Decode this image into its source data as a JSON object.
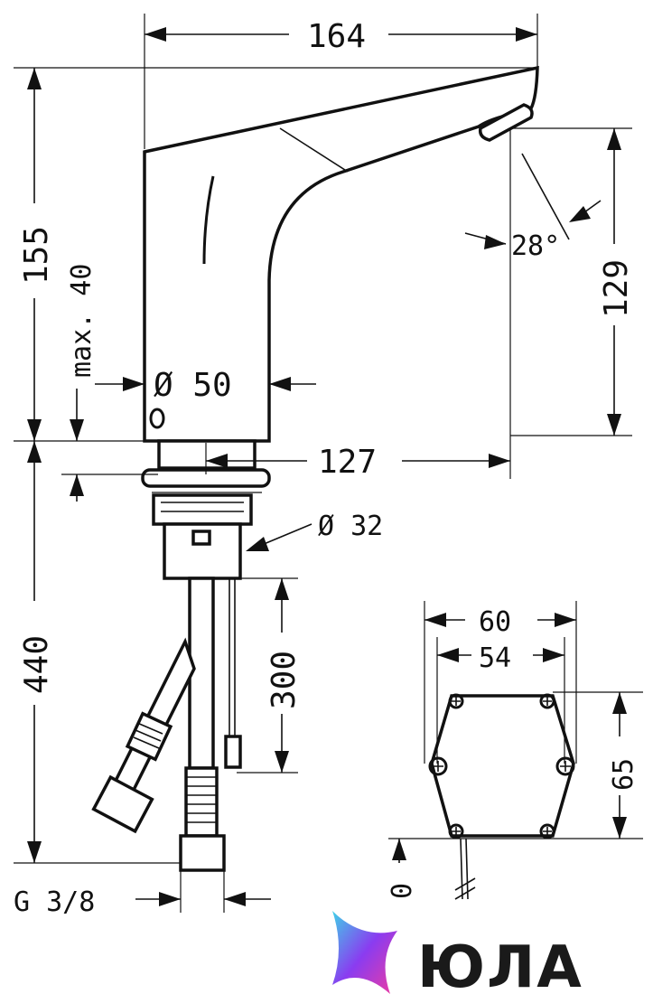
{
  "dimensions": {
    "width_top": "164",
    "height_total": "155",
    "max_thickness": "max. 40",
    "diameter_body": "Ø 50",
    "spout_height": "129",
    "angle": "28°",
    "reach": "127",
    "diameter_mount": "Ø 32",
    "hose_length": "440",
    "cable_length": "300",
    "box_width_outer": "60",
    "box_width_inner": "54",
    "box_height": "65",
    "box_zero": "0",
    "thread": "G 3/8"
  },
  "brand": {
    "name": "ЮЛА",
    "colors": {
      "logo_a": "#3fd0e8",
      "logo_b": "#8a3cf0",
      "logo_c": "#f03ca0"
    }
  }
}
